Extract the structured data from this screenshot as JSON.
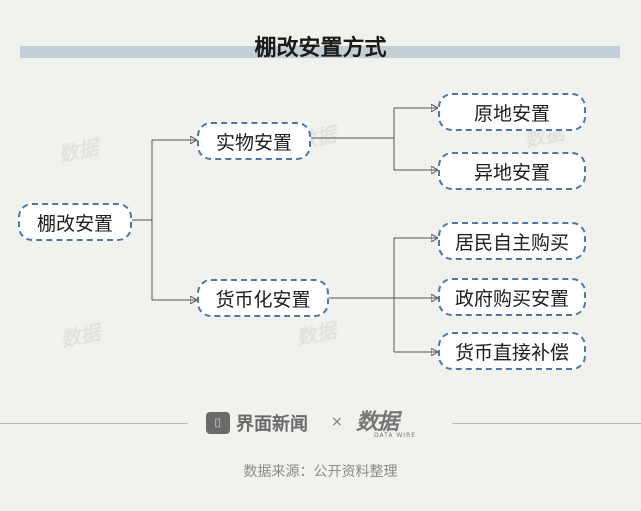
{
  "title": "棚改安置方式",
  "nodes": {
    "root": "棚改安置",
    "physical": "实物安置",
    "monetary": "货币化安置",
    "in_situ": "原地安置",
    "off_site": "异地安置",
    "self_purchase": "居民自主购买",
    "gov_purchase": "政府购买安置",
    "direct_comp": "货币直接补偿"
  },
  "footer": {
    "brand": "界面新闻",
    "times": "×",
    "logo_text": "数据",
    "logo_sub": "DATA WIRE",
    "source": "数据来源：公开资料整理"
  },
  "colors": {
    "border": "#4f77a6",
    "title_bar": "#c3ced6",
    "background": "#f1f1ee"
  }
}
